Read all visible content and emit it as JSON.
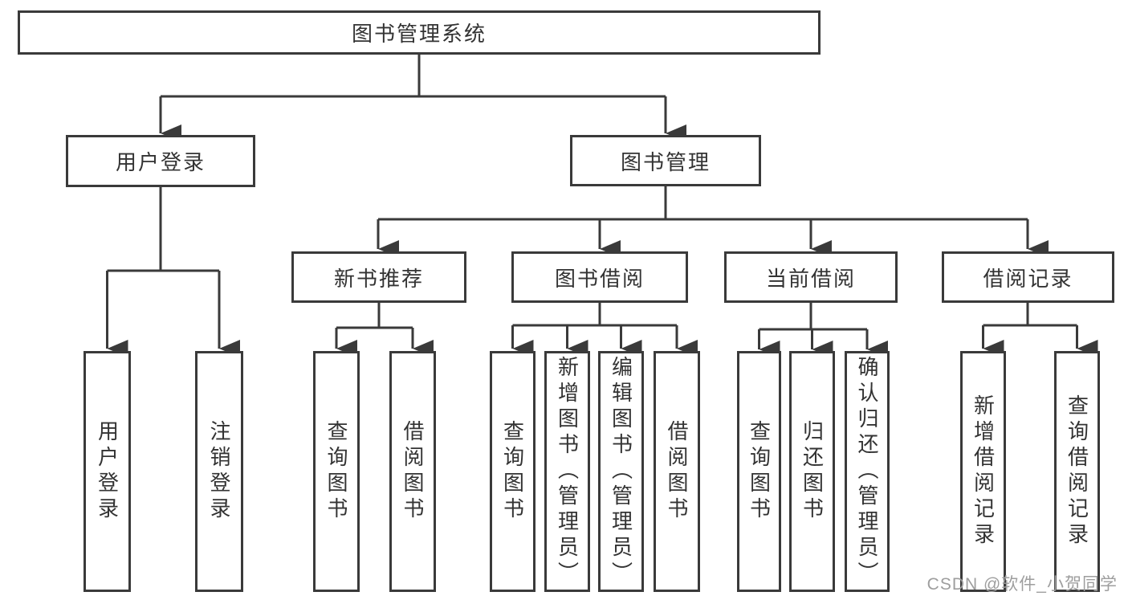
{
  "diagram": {
    "root": {
      "label": "图书管理系统"
    },
    "level2": [
      {
        "label": "用户登录"
      },
      {
        "label": "图书管理"
      }
    ],
    "level3": [
      {
        "label": "新书推荐"
      },
      {
        "label": "图书借阅"
      },
      {
        "label": "当前借阅"
      },
      {
        "label": "借阅记录"
      }
    ],
    "leaves": [
      {
        "label": "用户登录",
        "parent": "用户登录"
      },
      {
        "label": "注销登录",
        "parent": "用户登录"
      },
      {
        "label": "查询图书",
        "parent": "新书推荐"
      },
      {
        "label": "借阅图书",
        "parent": "新书推荐"
      },
      {
        "label": "查询图书",
        "parent": "图书借阅"
      },
      {
        "label": "新增图书（管理员）",
        "parent": "图书借阅"
      },
      {
        "label": "编辑图书（管理员）",
        "parent": "图书借阅"
      },
      {
        "label": "借阅图书",
        "parent": "图书借阅"
      },
      {
        "label": "查询图书",
        "parent": "当前借阅"
      },
      {
        "label": "归还图书",
        "parent": "当前借阅"
      },
      {
        "label": "确认归还（管理员）",
        "parent": "当前借阅"
      },
      {
        "label": "新增借阅记录",
        "parent": "借阅记录"
      },
      {
        "label": "查询借阅记录",
        "parent": "借阅记录"
      }
    ]
  },
  "watermark": {
    "text": "CSDN @软件_小贺同学"
  },
  "colors": {
    "line": "#3a3a3a",
    "border": "#3a3a3a",
    "text": "#333333",
    "background": "#ffffff",
    "watermark": "#9e9e9e"
  }
}
